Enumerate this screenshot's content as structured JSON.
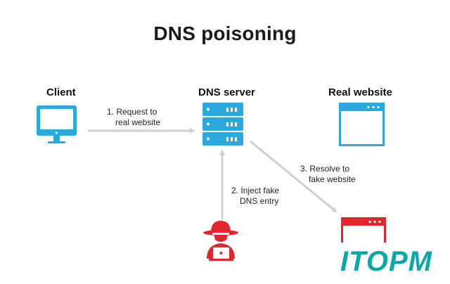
{
  "title": "DNS poisoning",
  "nodes": {
    "client": "Client",
    "dns_server": "DNS server",
    "real_website": "Real website"
  },
  "steps": {
    "step1": [
      "1. Request to",
      "real website"
    ],
    "step2": [
      "2. Inject fake",
      "DNS entry"
    ],
    "step3": [
      "3. Resolve to",
      "fake website"
    ]
  },
  "watermark": "ITOPM",
  "colors": {
    "blue": "#2aa9df",
    "red": "#e3262c",
    "arrow": "#cfcfcf",
    "watermark": "#0aa8a8"
  },
  "icons": {
    "client": "monitor-icon",
    "dns_server": "server-rack-icon",
    "real_website": "browser-window-icon",
    "fake_website": "browser-window-icon",
    "attacker": "hacker-with-laptop-icon"
  }
}
